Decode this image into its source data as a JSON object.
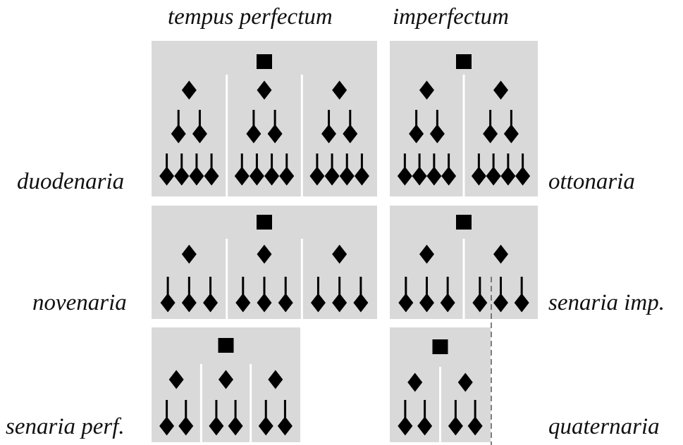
{
  "title": "Mensural divisions of tempus and prolatio",
  "column_headers": {
    "perfect": "tempus perfectum",
    "imperfect": "imperfectum"
  },
  "row_labels": {
    "row1_left": "duodenaria",
    "row1_right": "ottonaria",
    "row2_left": "novenaria",
    "row2_right": "senaria imp.",
    "row3_left": "senaria perf.",
    "row3_right": "quaternaria"
  },
  "colors": {
    "panel_background": "#d9d9d9",
    "note_fill": "#000000",
    "divider": "#ffffff",
    "dashed_line": "#555555"
  },
  "panels": [
    {
      "id": "duodenaria",
      "breve": 1,
      "semibreves": 3,
      "minims_per_semibreve": 2,
      "semiminims_per_minim": 2,
      "total_smallest": 12
    },
    {
      "id": "ottonaria",
      "breve": 1,
      "semibreves": 2,
      "minims_per_semibreve": 2,
      "semiminims_per_minim": 2,
      "total_smallest": 8
    },
    {
      "id": "novenaria",
      "breve": 1,
      "semibreves": 3,
      "minims_per_semibreve": 3,
      "total_smallest": 9
    },
    {
      "id": "senaria-imp",
      "breve": 1,
      "semibreves": 2,
      "minims_per_semibreve": 3,
      "total_smallest": 6
    },
    {
      "id": "senaria-perf",
      "breve": 1,
      "semibreves": 3,
      "minims_per_semibreve": 2,
      "total_smallest": 6
    },
    {
      "id": "quaternaria",
      "breve": 1,
      "semibreves": 2,
      "minims_per_semibreve": 2,
      "total_smallest": 4
    }
  ],
  "note_shapes": {
    "breve": "filled-square",
    "semibreve": "filled-diamond",
    "minim": "filled-diamond-with-stem"
  }
}
